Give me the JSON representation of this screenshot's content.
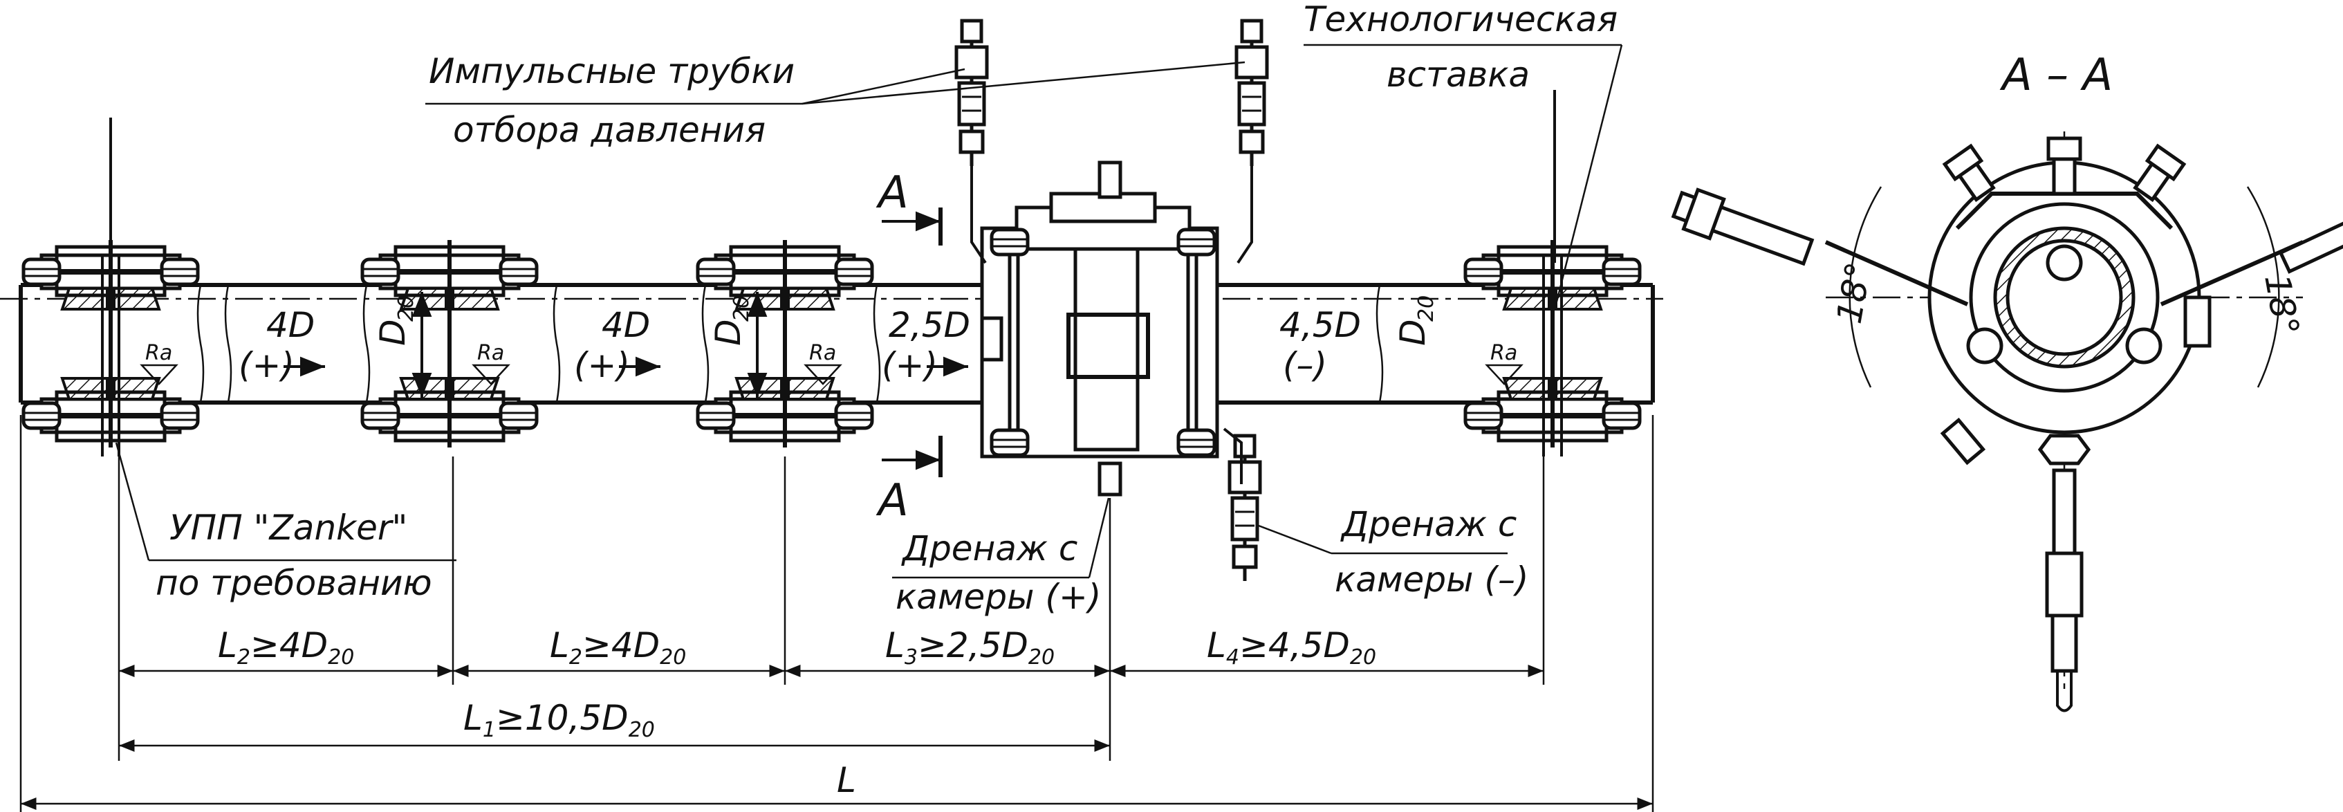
{
  "labels": {
    "impulse_tubes_line1": "Импульсные трубки",
    "impulse_tubes_line2": "отбора давления",
    "tech_insert_line1": "Технологическая",
    "tech_insert_line2": "вставка",
    "section_title": "А – А",
    "section_marker_top": "А",
    "section_marker_bottom": "А",
    "upp_line1": "УПП \"Zanker\"",
    "upp_line2": "по требованию",
    "drain_plus_line1": "Дренаж с",
    "drain_plus_line2": "камеры (+)",
    "drain_minus_line1": "Дренаж с",
    "drain_minus_line2": "камеры (–)"
  },
  "pipe_segments": [
    {
      "length": "4D",
      "direction": "(+)"
    },
    {
      "length": "4D",
      "direction": "(+)"
    },
    {
      "length": "2,5D",
      "direction": "(+)"
    },
    {
      "length": "4,5D",
      "direction": "(–)"
    }
  ],
  "roughness_mark": "Ra",
  "diameter_mark": {
    "main": "D",
    "sub": "20"
  },
  "angle_mark": "18°",
  "dimensions": {
    "l2_a": {
      "main": "L",
      "sub1": "2",
      "rel": "≥4D",
      "sub2": "20"
    },
    "l2_b": {
      "main": "L",
      "sub1": "2",
      "rel": "≥4D",
      "sub2": "20"
    },
    "l3": {
      "main": "L",
      "sub1": "3",
      "rel": "≥2,5D",
      "sub2": "20"
    },
    "l4": {
      "main": "L",
      "sub1": "4",
      "rel": "≥4,5D",
      "sub2": "20"
    },
    "l1": {
      "main": "L",
      "sub1": "1",
      "rel": "≥10,5D",
      "sub2": "20"
    },
    "total": {
      "main": "L"
    }
  }
}
